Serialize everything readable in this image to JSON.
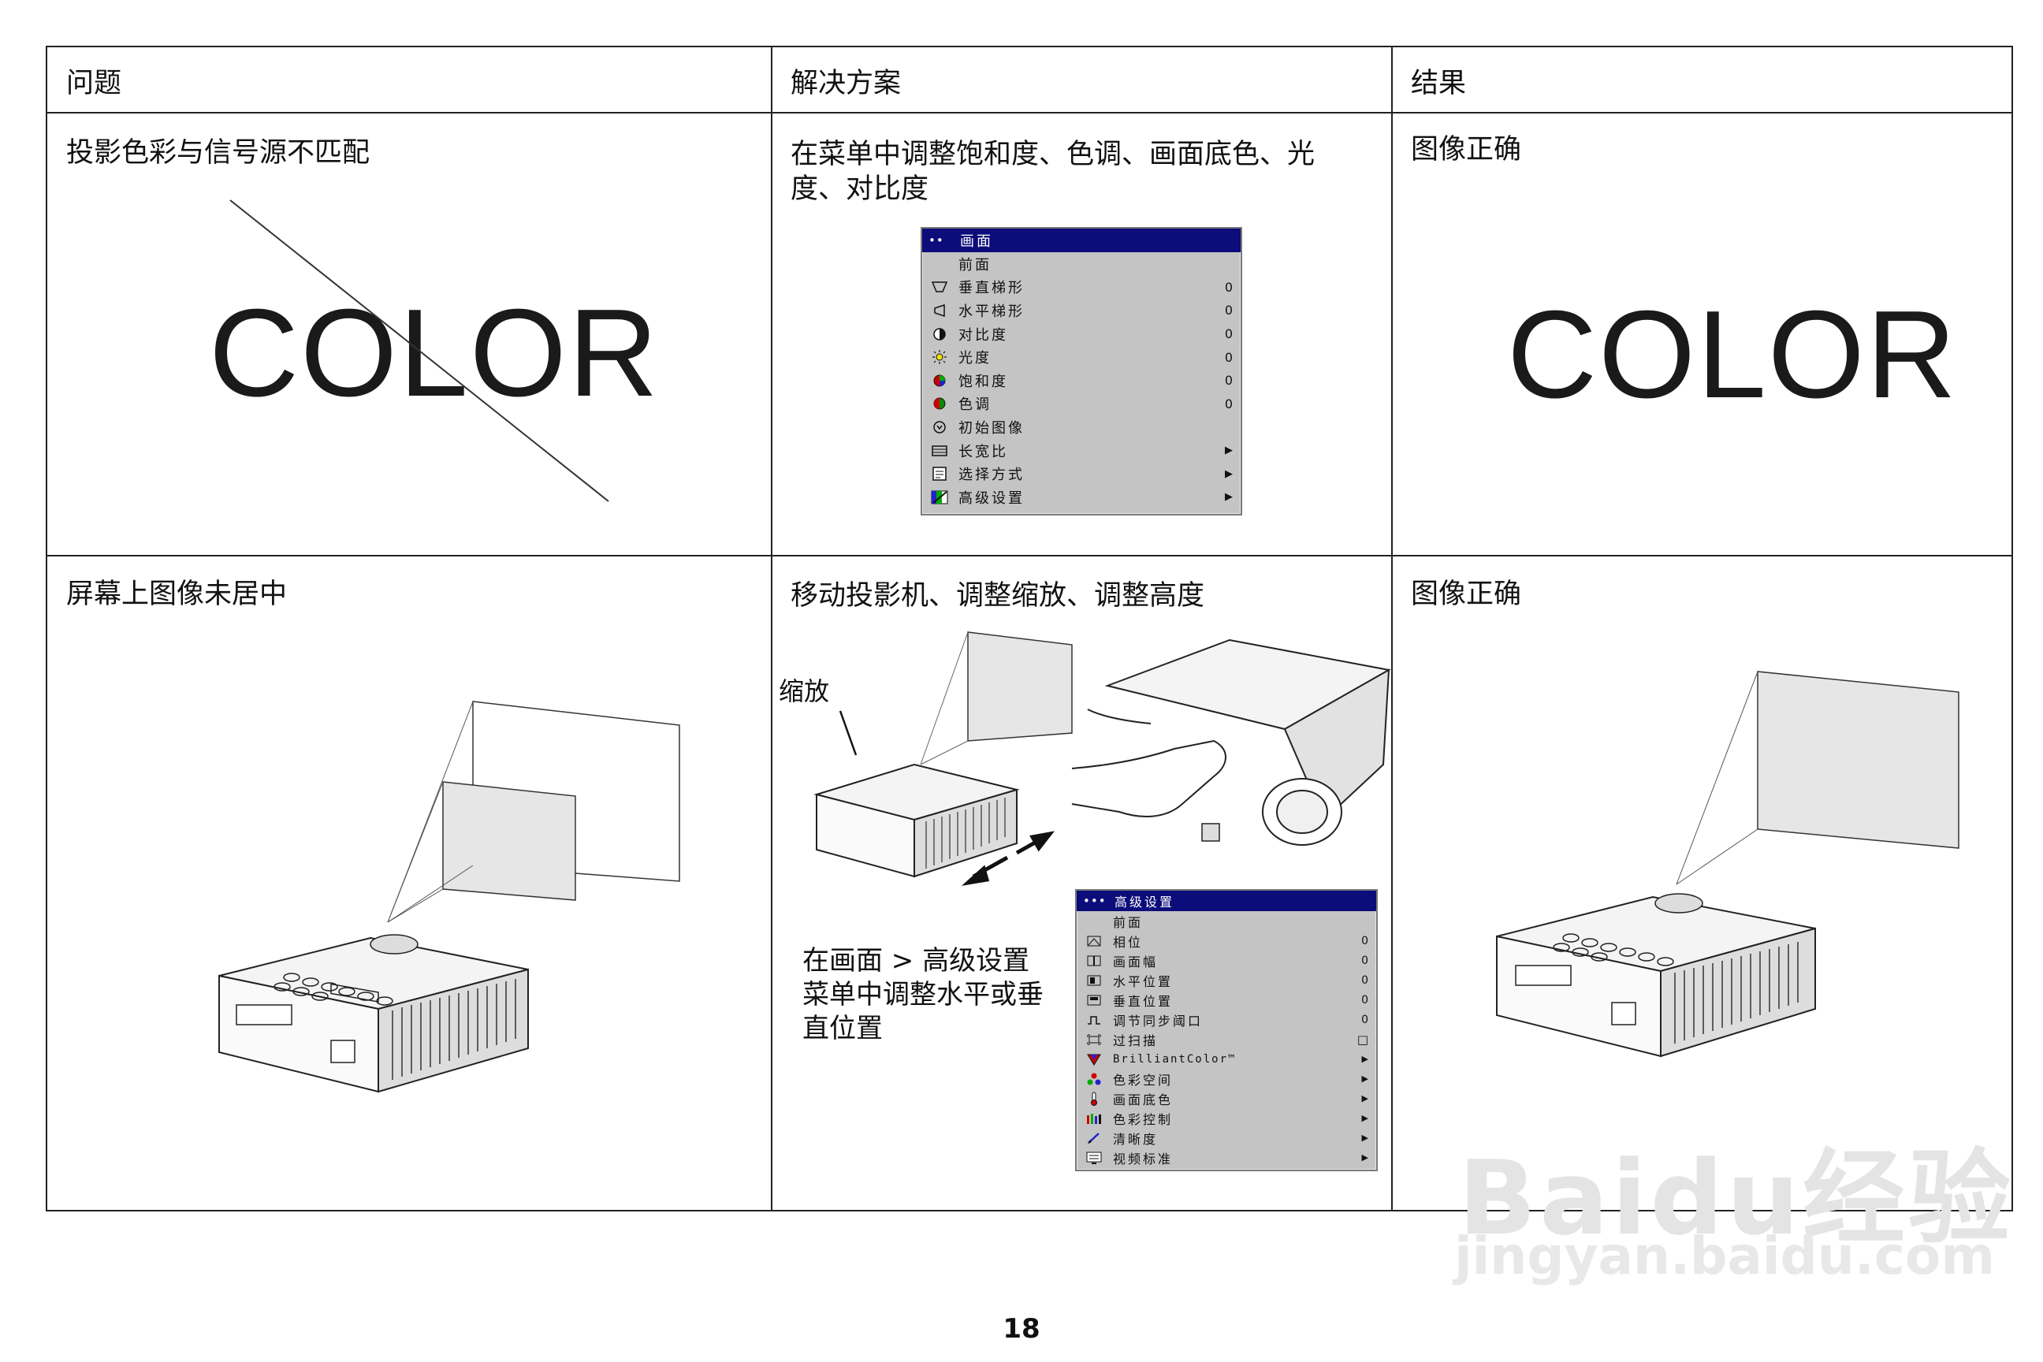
{
  "headers": {
    "problem": "问题",
    "solution": "解决方案",
    "result": "结果"
  },
  "row1": {
    "problem": "投影色彩与信号源不匹配",
    "solution_line1": "在菜单中调整饱和度、色调、画面底色、光",
    "solution_line2": "度、对比度",
    "result": "图像正确",
    "color_word": "COLOR"
  },
  "row2": {
    "problem": "屏幕上图像未居中",
    "solution": "移动投影机、调整缩放、调整高度",
    "zoom_label": "缩放",
    "instruction_line1": "在画面 > 高级设置",
    "instruction_line2": "菜单中调整水平或垂",
    "instruction_line3": "直位置",
    "result": "图像正确"
  },
  "menu_picture": {
    "header_dots": "••",
    "title": "画面",
    "items": [
      {
        "icon": "none",
        "label": "前面",
        "value": ""
      },
      {
        "icon": "keystone-vertical-icon",
        "label": "垂直梯形",
        "value": "0"
      },
      {
        "icon": "keystone-horizontal-icon",
        "label": "水平梯形",
        "value": "0"
      },
      {
        "icon": "contrast-icon",
        "label": "对比度",
        "value": "0"
      },
      {
        "icon": "brightness-icon",
        "label": "光度",
        "value": "0"
      },
      {
        "icon": "saturation-icon",
        "label": "饱和度",
        "value": "0"
      },
      {
        "icon": "tint-icon",
        "label": "色调",
        "value": "0"
      },
      {
        "icon": "reset-icon",
        "label": "初始图像",
        "value": ""
      },
      {
        "icon": "aspect-ratio-icon",
        "label": "长宽比",
        "value": "▶"
      },
      {
        "icon": "presets-icon",
        "label": "选择方式",
        "value": "▶"
      },
      {
        "icon": "advanced-icon",
        "label": "高级设置",
        "value": "▶"
      }
    ]
  },
  "menu_advanced": {
    "header_dots": "•••",
    "title": "高级设置",
    "items": [
      {
        "icon": "none",
        "label": "前面",
        "value": ""
      },
      {
        "icon": "phase-icon",
        "label": "相位",
        "value": "0"
      },
      {
        "icon": "tracking-icon",
        "label": "画面幅",
        "value": "0"
      },
      {
        "icon": "horizontal-position-icon",
        "label": "水平位置",
        "value": "0"
      },
      {
        "icon": "vertical-position-icon",
        "label": "垂直位置",
        "value": "0"
      },
      {
        "icon": "sync-threshold-icon",
        "label": "调节同步阈口",
        "value": "0"
      },
      {
        "icon": "overscan-icon",
        "label": "过扫描",
        "value": "□"
      },
      {
        "icon": "brilliantcolor-icon",
        "label": "BrilliantColor™",
        "value": "▶"
      },
      {
        "icon": "color-space-icon",
        "label": "色彩空间",
        "value": "▶"
      },
      {
        "icon": "color-temperature-icon",
        "label": "画面底色",
        "value": "▶"
      },
      {
        "icon": "color-control-icon",
        "label": "色彩控制",
        "value": "▶"
      },
      {
        "icon": "sharpness-icon",
        "label": "清晰度",
        "value": "▶"
      },
      {
        "icon": "video-standard-icon",
        "label": "视频标准",
        "value": "▶"
      }
    ]
  },
  "page_number": "18",
  "watermark": {
    "brand": "Baidu经验",
    "url": "jingyan.baidu.com"
  }
}
